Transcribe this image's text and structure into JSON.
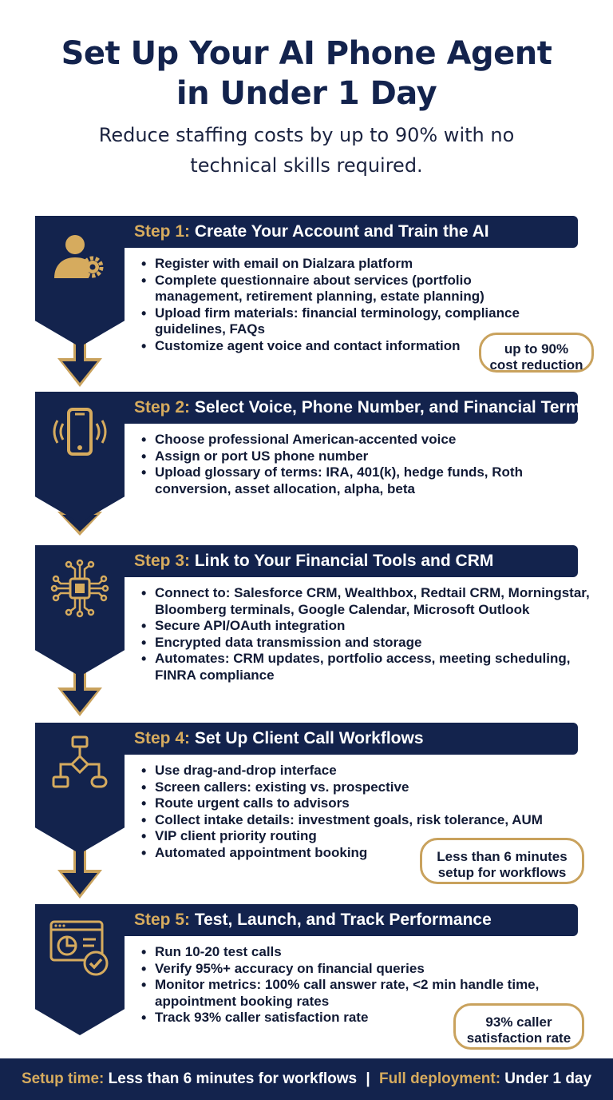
{
  "header": {
    "title_line1": "Set Up Your AI Phone Agent",
    "title_line2": "in Under 1 Day",
    "subtitle_line1": "Reduce staffing costs by up to 90% with no",
    "subtitle_line2": "technical skills required."
  },
  "colors": {
    "navy": "#13234d",
    "gold": "#d6ab5e",
    "text": "#111a35",
    "white": "#ffffff"
  },
  "steps": [
    {
      "number": "Step 1:",
      "title": "Create Your Account and Train the AI",
      "icon": "user-gear-icon",
      "bullets": [
        "Register with email on Dialzara platform",
        "Complete questionnaire about services (portfolio management, retirement planning, estate planning)",
        "Upload firm materials: financial terminology, compliance guidelines, FAQs",
        "Customize agent voice and contact information"
      ],
      "callout": {
        "line1": "up to 90%",
        "line2": "cost reduction"
      }
    },
    {
      "number": "Step 2:",
      "title": "Select Voice, Phone Number, and Financial Terms",
      "icon": "smartphone-icon",
      "bullets": [
        "Choose professional American-accented voice",
        "Assign or port US phone number",
        "Upload glossary of terms: IRA, 401(k), hedge funds, Roth conversion, asset allocation, alpha, beta"
      ]
    },
    {
      "number": "Step 3:",
      "title": "Link to Your Financial Tools and CRM",
      "icon": "circuit-chip-icon",
      "bullets": [
        "Connect to: Salesforce CRM, Wealthbox, Redtail CRM, Morningstar, Bloomberg terminals, Google Calendar, Microsoft Outlook",
        "Secure API/OAuth integration",
        "Encrypted data transmission and storage",
        "Automates: CRM updates, portfolio access, meeting scheduling, FINRA compliance"
      ]
    },
    {
      "number": "Step 4:",
      "title": "Set Up Client Call Workflows",
      "icon": "flowchart-icon",
      "bullets": [
        "Use drag-and-drop interface",
        "Screen callers: existing vs. prospective",
        "Route urgent calls to advisors",
        "Collect intake details: investment goals, risk tolerance, AUM",
        "VIP client priority routing",
        "Automated appointment booking"
      ],
      "callout": {
        "line1": "Less than 6 minutes",
        "line2": "setup for workflows"
      }
    },
    {
      "number": "Step 5:",
      "title": "Test, Launch, and Track Performance",
      "icon": "dashboard-check-icon",
      "bullets": [
        "Run 10-20 test calls",
        "Verify 95%+ accuracy on financial queries",
        "Monitor metrics: 100% call answer rate, <2 min handle time, appointment booking rates",
        "Track 93% caller satisfaction rate"
      ],
      "callout": {
        "line1": "93% caller",
        "line2": "satisfaction rate"
      }
    }
  ],
  "footer": {
    "label1": "Setup time:",
    "value1": "Less than 6 minutes for workflows",
    "separator": "|",
    "label2": "Full deployment:",
    "value2": "Under 1 day"
  }
}
